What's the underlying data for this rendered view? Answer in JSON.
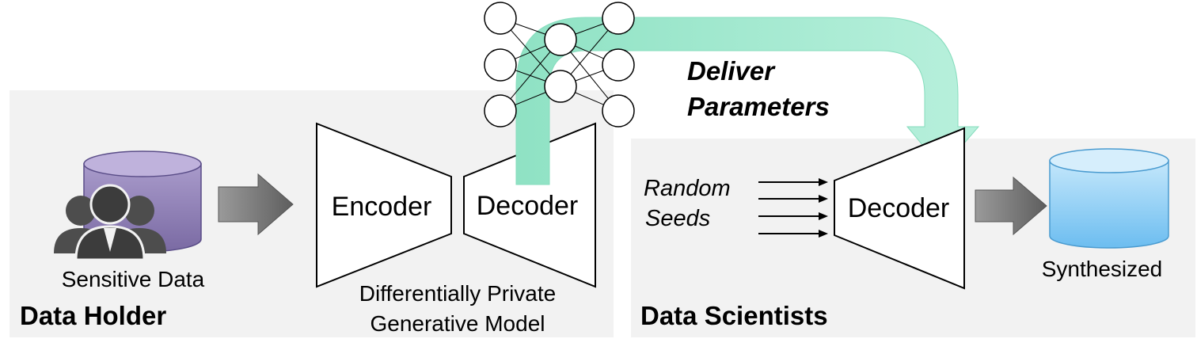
{
  "panels": {
    "data_holder": {
      "title": "Data Holder"
    },
    "data_scientists": {
      "title": "Data Scientists"
    }
  },
  "sensitive_data": {
    "label": "Sensitive Data",
    "color": "#8c7fb0"
  },
  "model": {
    "encoder_label": "Encoder",
    "decoder_label": "Decoder",
    "caption_line1": "Differentially Private",
    "caption_line2": "Generative Model"
  },
  "delivery": {
    "line1": "Deliver",
    "line2": "Parameters",
    "arrow_color": "#a4e8cf"
  },
  "scientist_side": {
    "seeds_line1": "Random",
    "seeds_line2": "Seeds",
    "decoder_label": "Decoder"
  },
  "synthesized": {
    "label": "Synthesized",
    "color": "#7cc8f0"
  },
  "icons": {
    "database_sensitive": "database-icon",
    "users": "people-group-icon",
    "database_synth": "database-icon",
    "neural_net": "neural-network-icon"
  }
}
